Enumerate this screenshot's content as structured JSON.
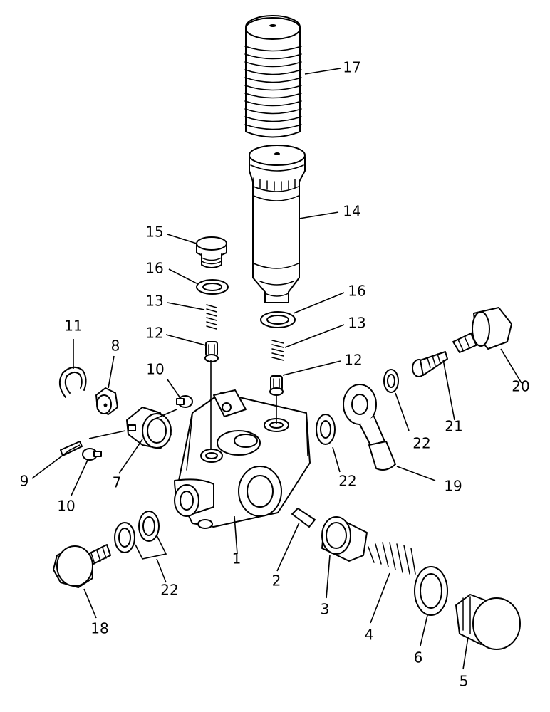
{
  "callouts": {
    "c1": "1",
    "c2": "2",
    "c3": "3",
    "c4": "4",
    "c5": "5",
    "c6": "6",
    "c7": "7",
    "c8": "8",
    "c9": "9",
    "c10a": "10",
    "c10b": "10",
    "c11": "11",
    "c12a": "12",
    "c12b": "12",
    "c13a": "13",
    "c13b": "13",
    "c14": "14",
    "c15": "15",
    "c16a": "16",
    "c16b": "16",
    "c17": "17",
    "c18": "18",
    "c19": "19",
    "c20": "20",
    "c21": "21",
    "c22a": "22",
    "c22b": "22",
    "c22c": "22"
  }
}
